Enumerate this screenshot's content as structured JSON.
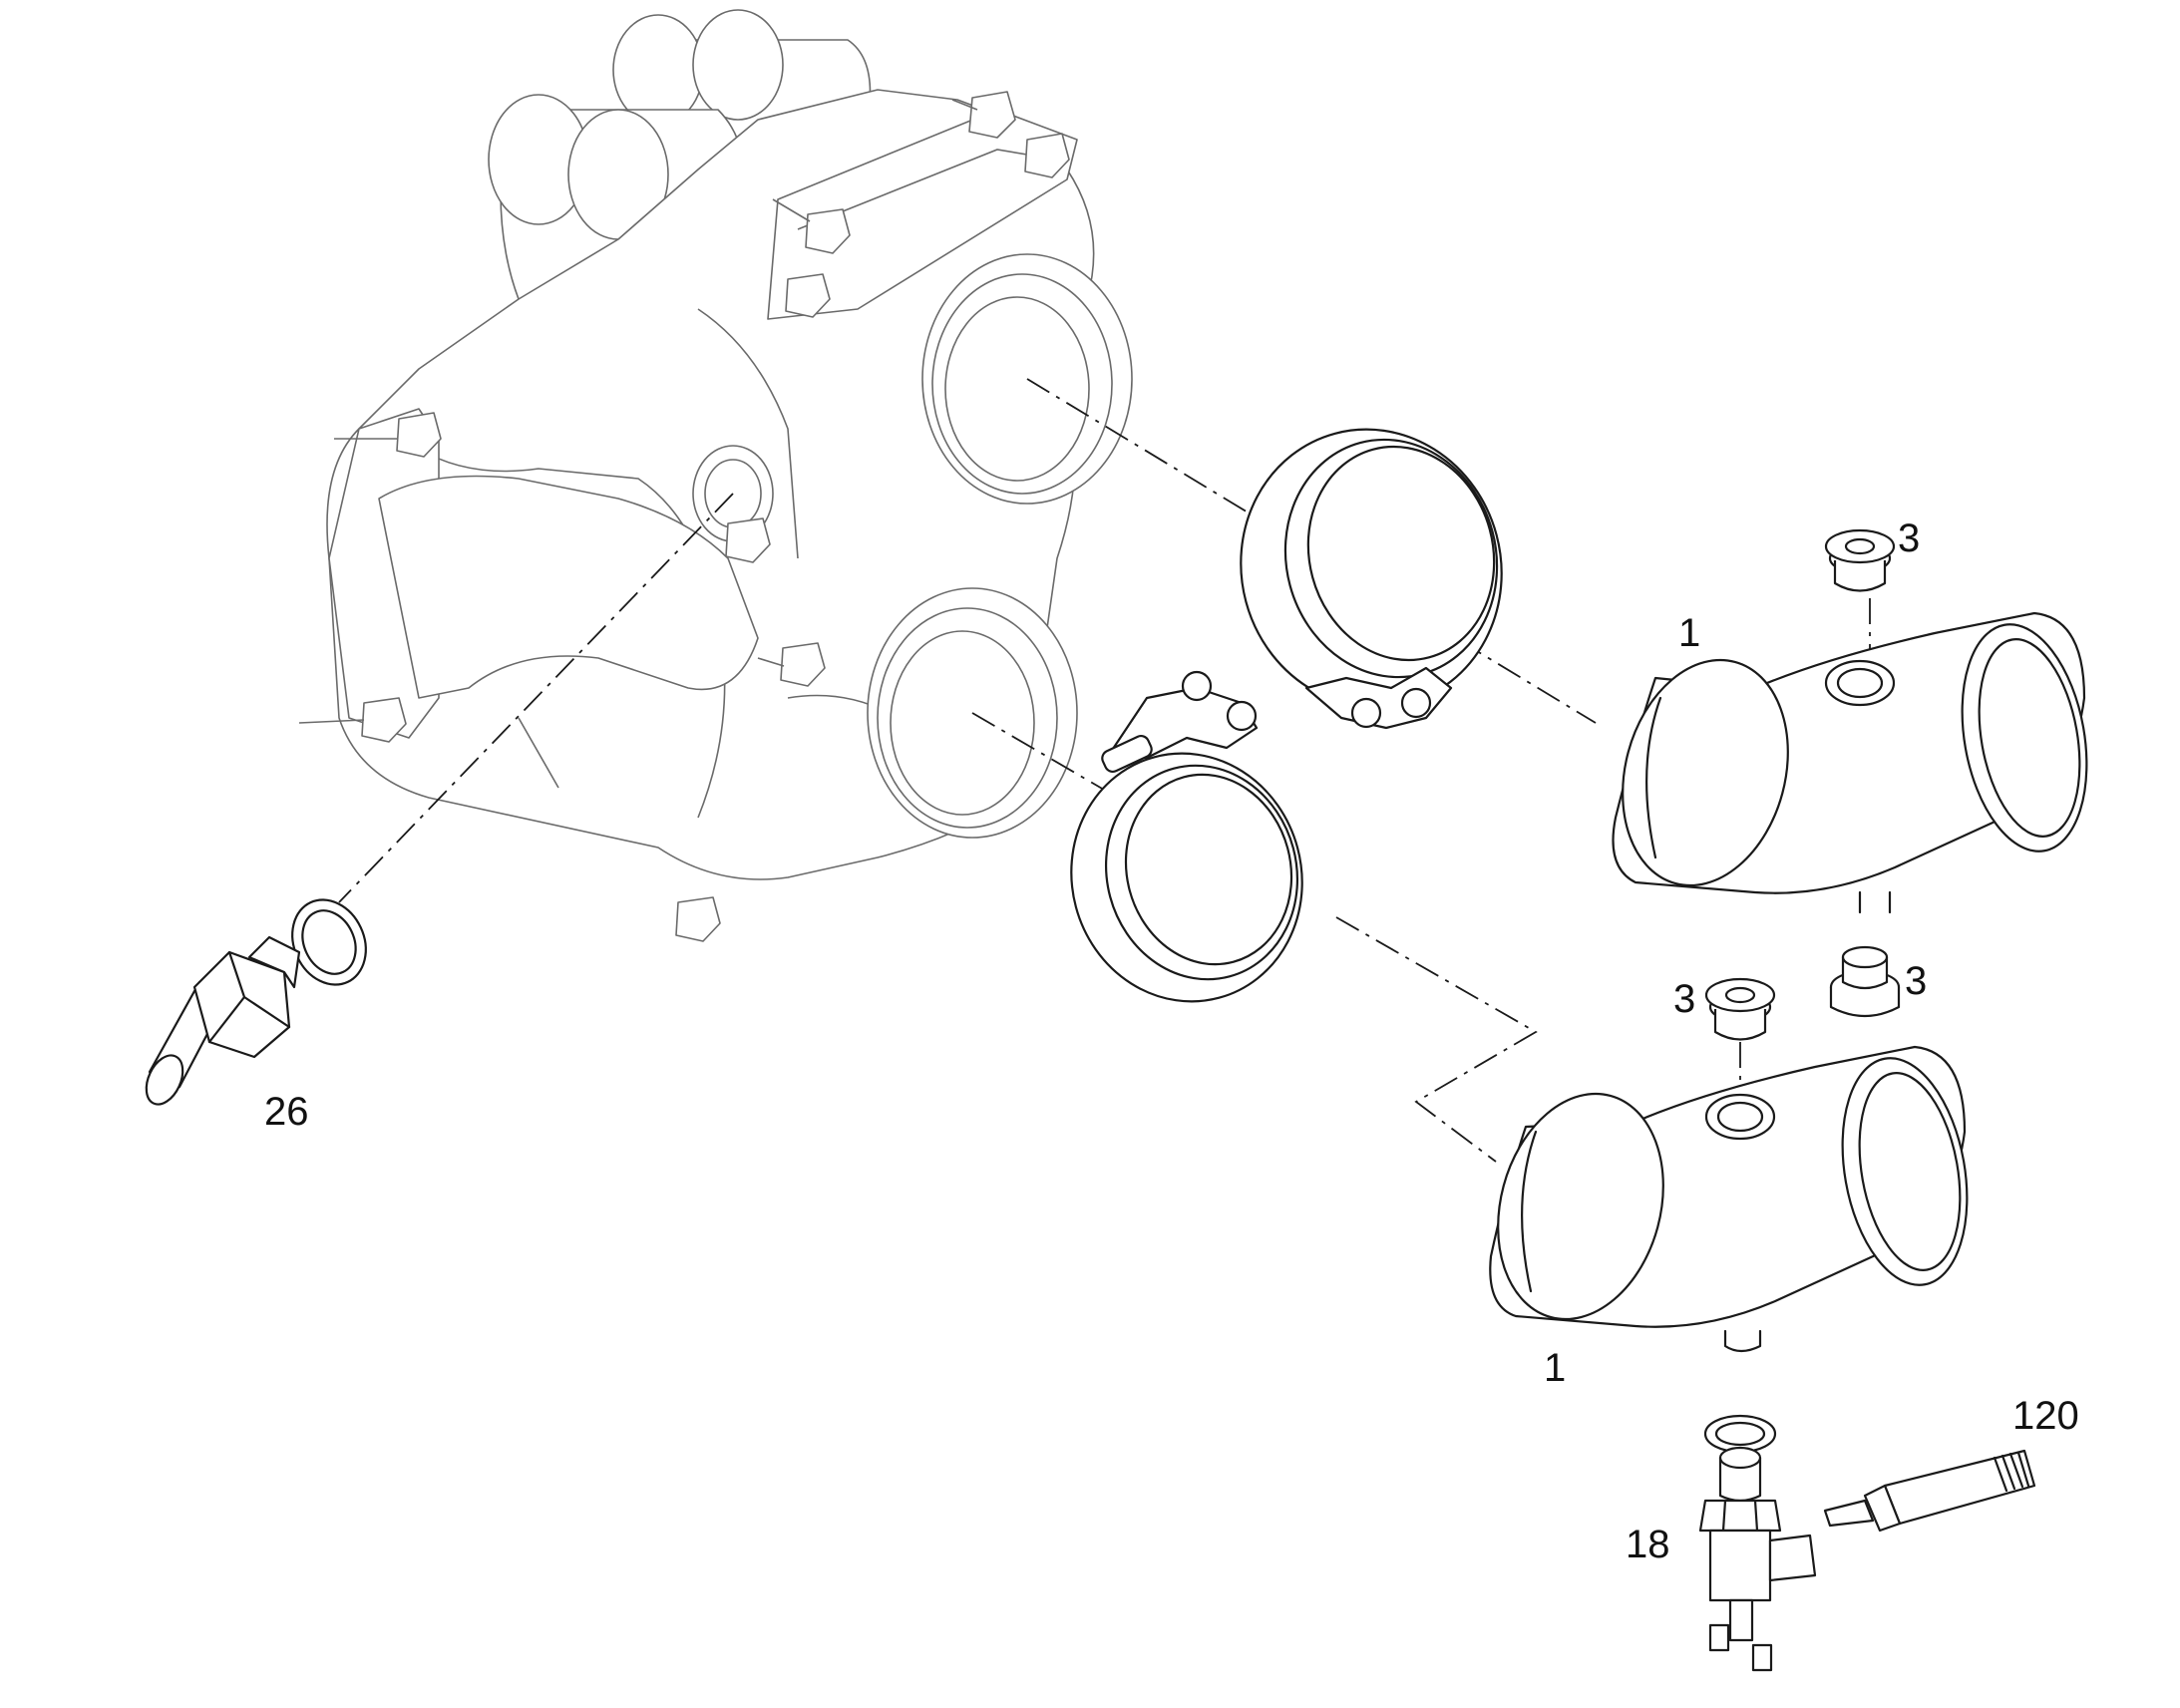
{
  "callouts": {
    "elbow_upper": "1",
    "elbow_lower": "1",
    "plug_upper_top": "3",
    "plug_upper_bottom": "3",
    "plug_lower_top": "3",
    "sensor": "18",
    "tube": "120",
    "fitting": "26"
  },
  "colors": {
    "line": "#1a1a1a",
    "ghost_line": "#6a6a6a",
    "background": "#ffffff"
  }
}
